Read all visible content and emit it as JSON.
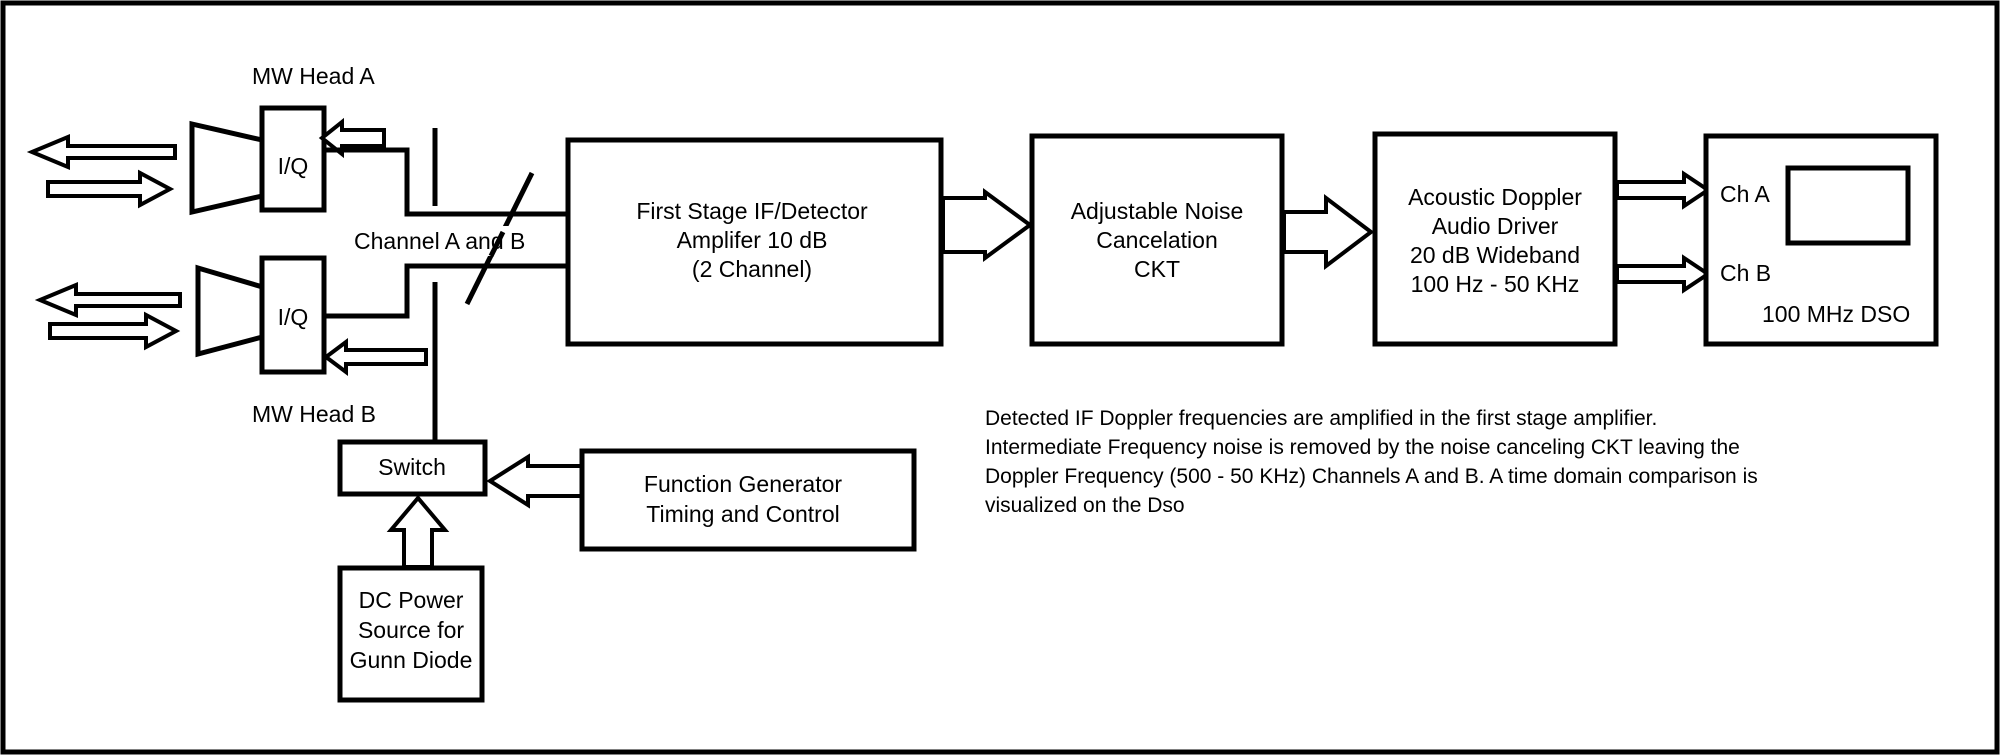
{
  "head_a": {
    "title": "MW Head A",
    "iq": "I/Q"
  },
  "head_b": {
    "title": "MW Head B",
    "iq": "I/Q"
  },
  "channel_label": "Channel A and B",
  "if_amp": {
    "line1": "First Stage IF/Detector",
    "line2": "Amplifer 10 dB",
    "line3": "(2 Channel)"
  },
  "noise": {
    "line1": "Adjustable Noise",
    "line2": "Cancelation",
    "line3": "CKT"
  },
  "audio": {
    "line1": "Acoustic Doppler",
    "line2": "Audio Driver",
    "line3": "20 dB Wideband",
    "line4": "100 Hz - 50 KHz"
  },
  "dso": {
    "ch_a": "Ch A",
    "ch_b": "Ch B",
    "name": "100 MHz DSO"
  },
  "switch": {
    "label": "Switch"
  },
  "function_gen": {
    "line1": "Function Generator",
    "line2": "Timing and Control"
  },
  "dc_power": {
    "line1": "DC Power",
    "line2": "Source for",
    "line3": "Gunn Diode"
  },
  "description": {
    "line1": "Detected IF Doppler frequencies are amplified in the first stage amplifier.",
    "line2": "Intermediate Frequency noise is removed by the noise canceling CKT leaving the",
    "line3": "Doppler Frequency (500 - 50 KHz) Channels A and B. A time domain comparison is",
    "line4": "visualized on the Dso"
  }
}
